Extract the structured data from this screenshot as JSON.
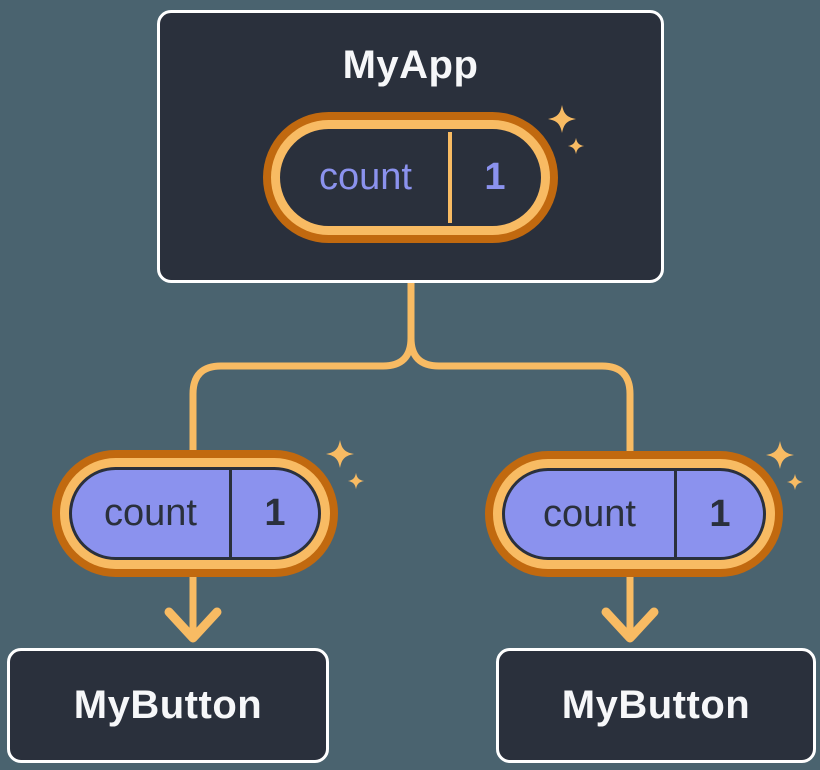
{
  "colors": {
    "background": "#4A636F",
    "node_fill": "#2A303C",
    "node_border": "#FFFFFF",
    "title_text": "#F6F7F9",
    "orange_dark": "#C1690F",
    "orange_light": "#F8BB63",
    "state_pill_fill": "#8B92EE",
    "state_text_on_dark": "#8B92EE",
    "state_text_on_fill": "#2A303C"
  },
  "tree": {
    "root": {
      "title": "MyApp",
      "state": {
        "name": "count",
        "value": "1"
      }
    },
    "children": [
      {
        "title": "MyButton",
        "state": {
          "name": "count",
          "value": "1"
        }
      },
      {
        "title": "MyButton",
        "state": {
          "name": "count",
          "value": "1"
        }
      }
    ]
  }
}
